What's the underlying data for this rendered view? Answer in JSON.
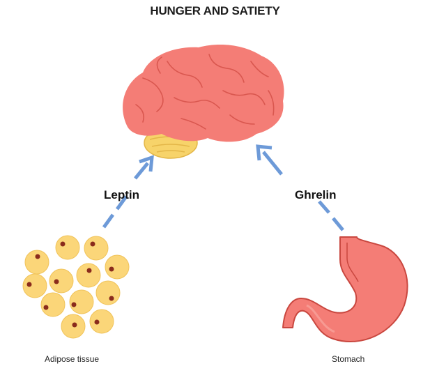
{
  "title": "HUNGER AND SATIETY",
  "labels": {
    "leptin": "Leptin",
    "ghrelin": "Ghrelin",
    "adipose": "Adipose tissue",
    "stomach": "Stomach"
  },
  "colors": {
    "brain": "#f47d76",
    "brain_fold": "#d9574f",
    "cerebellum": "#f7d36a",
    "arrow": "#6d9ad8",
    "fat_cell": "#fbd679",
    "fat_nucleus": "#8a2b1c",
    "stomach": "#f47d76",
    "stomach_outline": "#c9473f"
  },
  "icons": {
    "brain": "brain-icon",
    "fat_cells": "adipose-cells-icon",
    "stomach": "stomach-icon"
  }
}
